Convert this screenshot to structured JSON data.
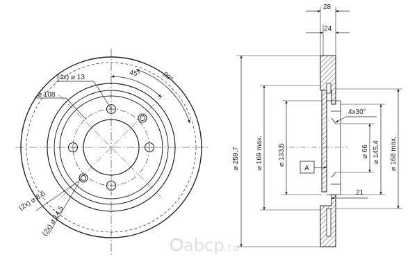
{
  "front_view": {
    "bolt_holes": "(4x) ⌀ 13",
    "pcd": "⌀ 108",
    "angle_45": "45°",
    "angle_90": "90°",
    "pin_hole_small": "(2x) ⌀ 8,5",
    "pin_hole_large": "(2x) ⌀ 14,5"
  },
  "section_view": {
    "total_thickness": "28",
    "hat_thickness": "24",
    "outer_diameter": "⌀ 259,7",
    "friction_inner_max": "⌀ 169 max.",
    "hat_diameter": "⌀ 133,5",
    "center_bore": "⌀ 66",
    "hat_inner": "⌀ 145,4",
    "friction_inner": "⌀ 168 max.",
    "chamfer": "4x30°",
    "min_thickness": "21",
    "detail_label": "A"
  },
  "watermark": {
    "brand": "abcp",
    "tld": ".ru"
  },
  "colors": {
    "line": "#222222",
    "hatch_fill": "#e8e8e8",
    "watermark": "#e0e0e0"
  }
}
